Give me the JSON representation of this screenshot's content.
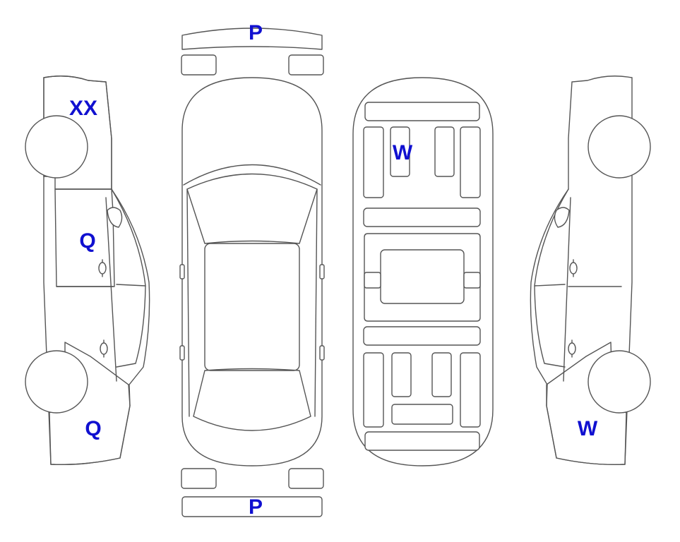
{
  "colors": {
    "outline": "#555555",
    "fill_orange": "#F9A825",
    "fill_lightblue": "#E1F5FA",
    "marker_text": "#1010D0"
  },
  "markers": {
    "front_bumper": "P",
    "rear_bumper": "P",
    "left_front_fender": "XX",
    "left_front_door": "Q",
    "left_rear_quarter": "Q",
    "underbody_panel": "W",
    "right_rear_quarter": "W"
  }
}
